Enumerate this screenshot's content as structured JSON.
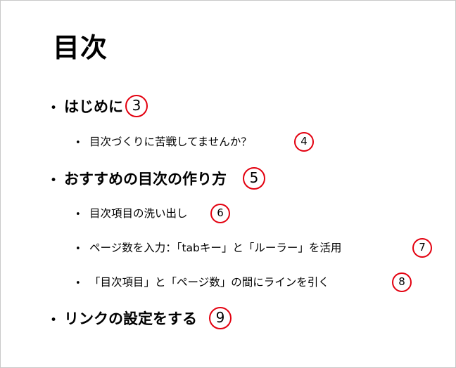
{
  "title": "目次",
  "accent_color": "#e3000f",
  "items": [
    {
      "level": 1,
      "text": "はじめに",
      "page": "3"
    },
    {
      "level": 2,
      "text": "目次づくりに苦戦してませんか？",
      "page": "4"
    },
    {
      "level": 1,
      "text": "おすすめの目次の作り方",
      "page": "5"
    },
    {
      "level": 2,
      "text": "目次項目の洗い出し",
      "page": "6"
    },
    {
      "level": 2,
      "text": "ページ数を入力：「tabキー」と「ルーラー」を活用",
      "page": "7"
    },
    {
      "level": 2,
      "text": "「目次項目」と「ページ数」の間にラインを引く",
      "page": "8"
    },
    {
      "level": 1,
      "text": "リンクの設定をする",
      "page": "9"
    }
  ],
  "bullet_symbol": "•"
}
